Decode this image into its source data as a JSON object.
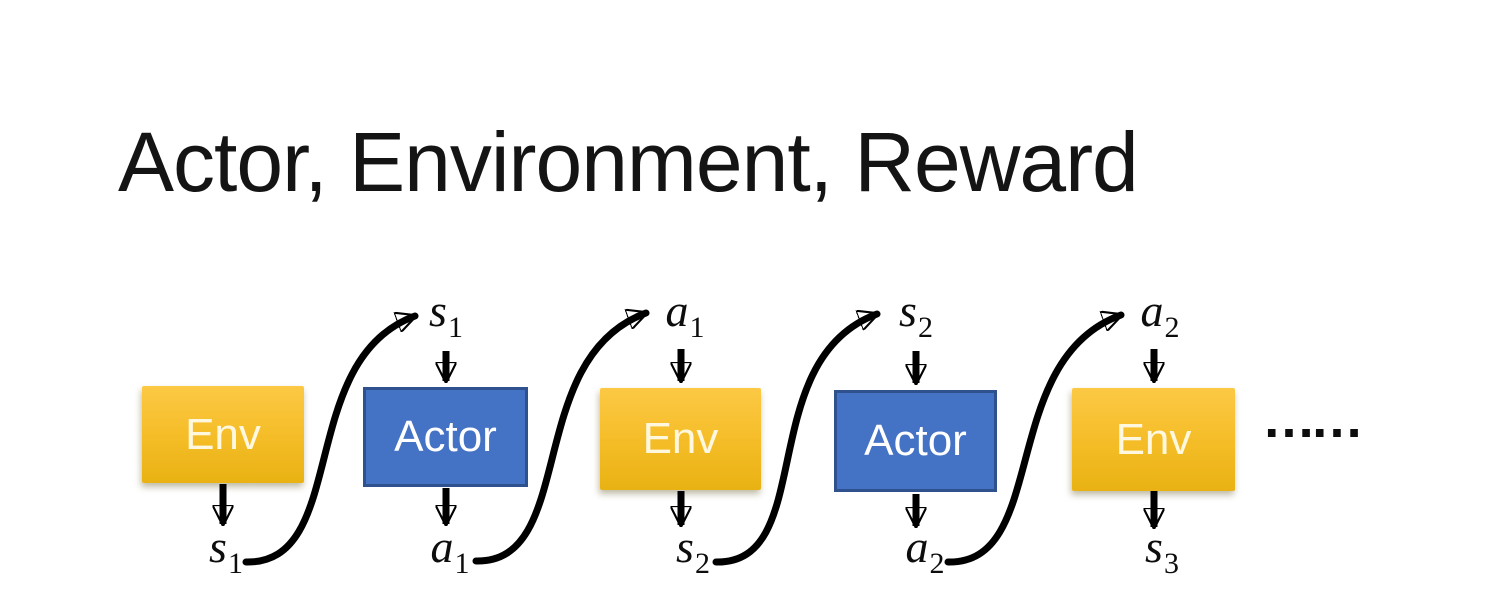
{
  "slide": {
    "title": "Actor, Environment, Reward"
  },
  "diagram": {
    "boxes": [
      {
        "label": "Env",
        "type": "environment"
      },
      {
        "label": "Actor",
        "type": "actor"
      },
      {
        "label": "Env",
        "type": "environment"
      },
      {
        "label": "Actor",
        "type": "actor"
      },
      {
        "label": "Env",
        "type": "environment"
      }
    ],
    "top_labels": [
      {
        "base": "s",
        "sub": "1"
      },
      {
        "base": "a",
        "sub": "1"
      },
      {
        "base": "s",
        "sub": "2"
      },
      {
        "base": "a",
        "sub": "2"
      }
    ],
    "bottom_labels": [
      {
        "base": "s",
        "sub": "1"
      },
      {
        "base": "a",
        "sub": "1"
      },
      {
        "base": "s",
        "sub": "2"
      },
      {
        "base": "a",
        "sub": "2"
      },
      {
        "base": "s",
        "sub": "3"
      }
    ],
    "ellipsis": "……",
    "colors": {
      "env_gradient_top": "#FCC945",
      "env_gradient_bottom": "#E9B213",
      "env_text": "#FFF8DF",
      "actor_fill": "#4472C4",
      "actor_border": "#2F528F",
      "actor_text": "#FFFFFF",
      "arrow": "#000000",
      "title_text": "#141414"
    }
  }
}
